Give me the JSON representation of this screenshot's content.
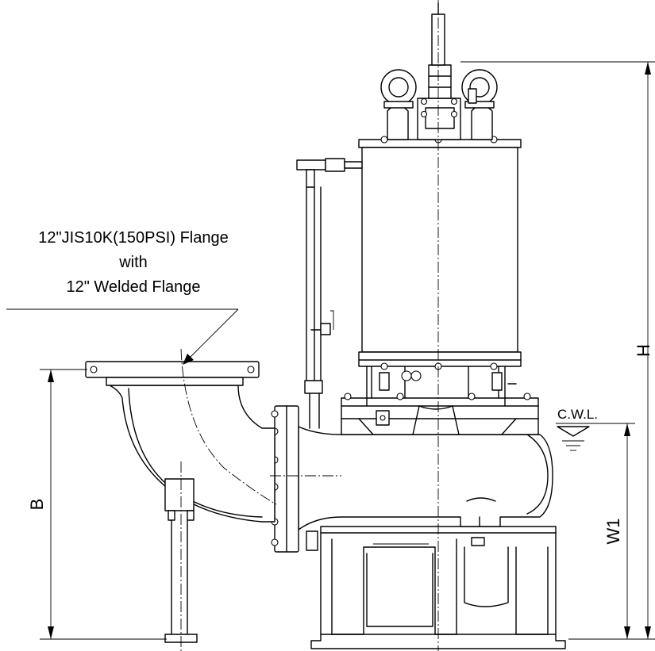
{
  "annotation": {
    "line1": "12\"JIS10K(150PSI) Flange",
    "line2": "with",
    "line3": "12\" Welded Flange"
  },
  "dimensions": {
    "h": "H",
    "b": "B",
    "w1": "W1",
    "cwl": "C.W.L."
  }
}
